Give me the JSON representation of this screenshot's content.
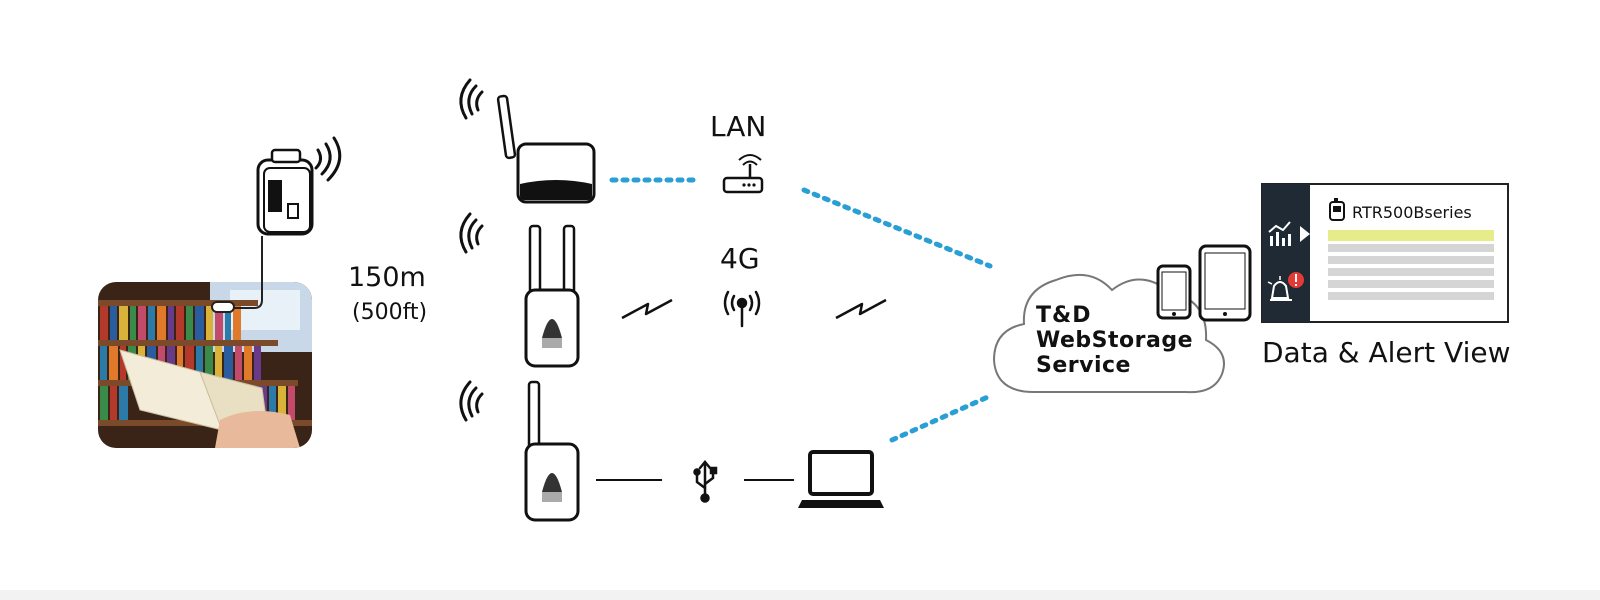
{
  "range": {
    "metric": "150m",
    "imperial": "(500ft)"
  },
  "connections": {
    "lan_label": "LAN",
    "cellular_label": "4G"
  },
  "cloud": {
    "line1": "T&D",
    "line2": "WebStorage",
    "line3": "Service"
  },
  "app_view": {
    "title": "RTR500Bseries",
    "caption": "Data & Alert View"
  },
  "colors": {
    "link_dots": "#2a9fd6",
    "app_sidebar": "#1f2a34",
    "app_highlight_row": "#e6ec8a",
    "app_row": "#d5d5d5",
    "alert_badge": "#e53935"
  },
  "icons": [
    "wifi-signal-icon",
    "router-icon",
    "cell-tower-icon",
    "usb-icon",
    "laptop-icon",
    "smartphone-icon",
    "tablet-icon",
    "chart-icon",
    "alarm-icon"
  ]
}
